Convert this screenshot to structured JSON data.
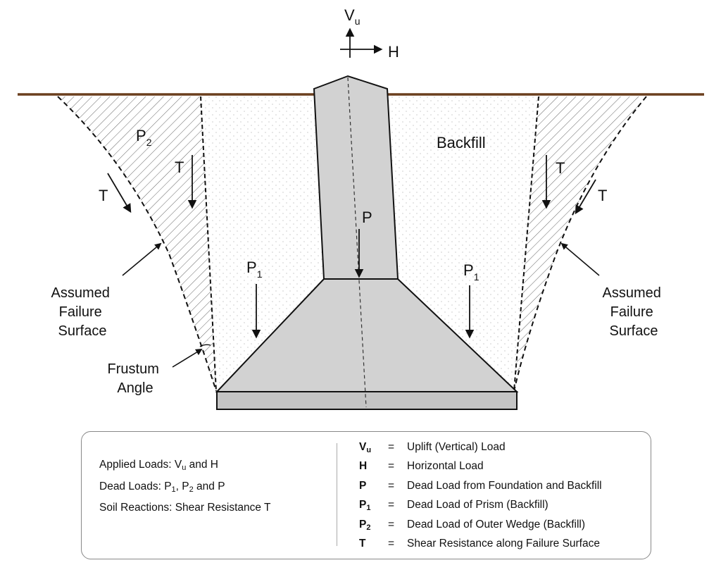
{
  "diagram": {
    "labels": {
      "vu": "V",
      "vu_sub": "u",
      "h": "H",
      "p2": "P",
      "p2_sub": "2",
      "backfill": "Backfill",
      "t": "T",
      "p": "P",
      "p1": "P",
      "p1_sub": "1",
      "failure_line1": "Assumed",
      "failure_line2": "Failure",
      "failure_line3": "Surface",
      "frustum_line1": "Frustum",
      "frustum_line2": "Angle"
    },
    "colors": {
      "ground": "#6b3f1e",
      "concrete": "#d2d2d2",
      "base_slab": "#c4c4c4",
      "outline": "#111111"
    }
  },
  "legend": {
    "applied": {
      "prefix": "Applied Loads: V",
      "sub": "u",
      "suffix": " and H"
    },
    "dead": {
      "prefix": "Dead Loads:  P",
      "sub1": "1",
      "mid": ", P",
      "sub2": "2",
      "suffix": " and P"
    },
    "soil": "Soil Reactions: Shear Resistance T",
    "equals": "=",
    "definitions": [
      {
        "symbol": "V",
        "sub": "u",
        "text": "Uplift (Vertical) Load"
      },
      {
        "symbol": "H",
        "sub": "",
        "text": "Horizontal Load"
      },
      {
        "symbol": "P",
        "sub": "",
        "text": "Dead Load from Foundation and Backfill"
      },
      {
        "symbol": "P",
        "sub": "1",
        "text": "Dead Load of Prism (Backfill)"
      },
      {
        "symbol": "P",
        "sub": "2",
        "text": "Dead Load of Outer Wedge (Backfill)"
      },
      {
        "symbol": "T",
        "sub": "",
        "text": "Shear Resistance along Failure Surface"
      }
    ]
  }
}
